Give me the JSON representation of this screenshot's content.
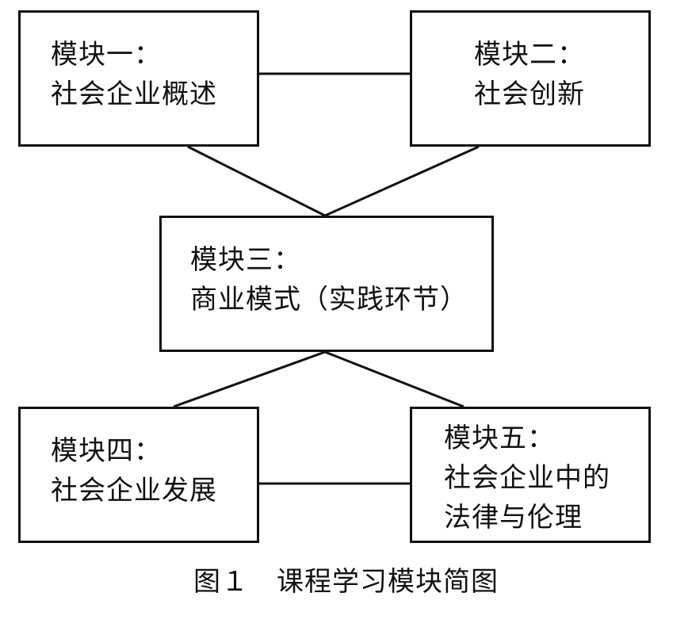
{
  "modules": [
    {
      "id": "m1",
      "lines": [
        "模块一：",
        "社会企业概述"
      ]
    },
    {
      "id": "m2",
      "lines": [
        "模块二：",
        "社会创新"
      ]
    },
    {
      "id": "m3",
      "lines": [
        "模块三：",
        "商业模式（实践环节）"
      ]
    },
    {
      "id": "m4",
      "lines": [
        "模块四：",
        "社会企业发展"
      ]
    },
    {
      "id": "m5",
      "lines": [
        "模块五：",
        "社会企业中的",
        "法律与伦理"
      ]
    }
  ],
  "edges": [
    {
      "from": "m1",
      "to": "m2"
    },
    {
      "from": "m1",
      "to": "m3"
    },
    {
      "from": "m2",
      "to": "m3"
    },
    {
      "from": "m3",
      "to": "m4"
    },
    {
      "from": "m3",
      "to": "m5"
    },
    {
      "from": "m4",
      "to": "m5"
    }
  ],
  "caption": "图１　课程学习模块简图"
}
